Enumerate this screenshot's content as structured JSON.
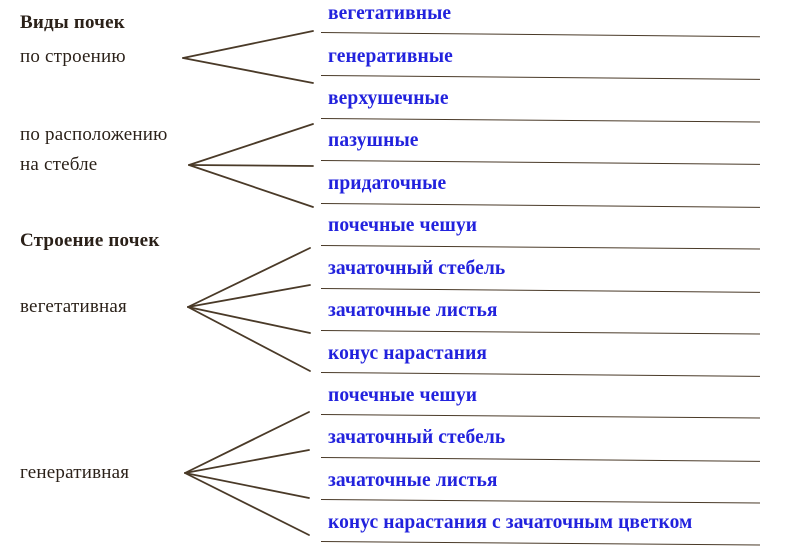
{
  "diagram": {
    "title_left_bold_1": "Виды почек",
    "title_left_bold_2": "Строение почек",
    "groups": [
      {
        "id": "po-stroeniyu",
        "heading": "Виды почек",
        "heading_bold": true,
        "label": "по строению",
        "label_lines": [
          "по строению"
        ],
        "branch_count": 2,
        "items": [
          "вегетативные",
          "генеративные"
        ]
      },
      {
        "id": "po-raspolozheniyu",
        "heading": "",
        "heading_bold": false,
        "label": "по расположению на стебле",
        "label_lines": [
          "по расположению",
          "на стебле"
        ],
        "branch_count": 3,
        "items": [
          "верхушечные",
          "пазушные",
          "придаточные"
        ]
      },
      {
        "id": "vegetativnaya",
        "heading": "Строение почек",
        "heading_bold": true,
        "label": "вегетативная",
        "label_lines": [
          "вегетативная"
        ],
        "branch_count": 4,
        "items": [
          "почечные чешуи",
          "зачаточный стебель",
          "зачаточные листья",
          "конус нарастания"
        ]
      },
      {
        "id": "generativnaya",
        "heading": "",
        "heading_bold": false,
        "label": "генеративная",
        "label_lines": [
          "генеративная"
        ],
        "branch_count": 4,
        "items": [
          "почечные чешуи",
          "зачаточный стебель",
          "зачаточные листья",
          "конус нарастания с зачаточным цветком"
        ]
      }
    ],
    "all_items": [
      "вегетативные",
      "генеративные",
      "верхушечные",
      "пазушные",
      "придаточные",
      "почечные чешуи",
      "зачаточный стебель",
      "зачаточные листья",
      "конус нарастания",
      "почечные чешуи",
      "зачаточный стебель",
      "зачаточные листья",
      "конус нарастания с зачаточным цветком"
    ],
    "colors": {
      "item_text": "#2222dd",
      "label_text": "#2b2119",
      "rule": "#4a3a28",
      "background": "#ffffff"
    }
  }
}
